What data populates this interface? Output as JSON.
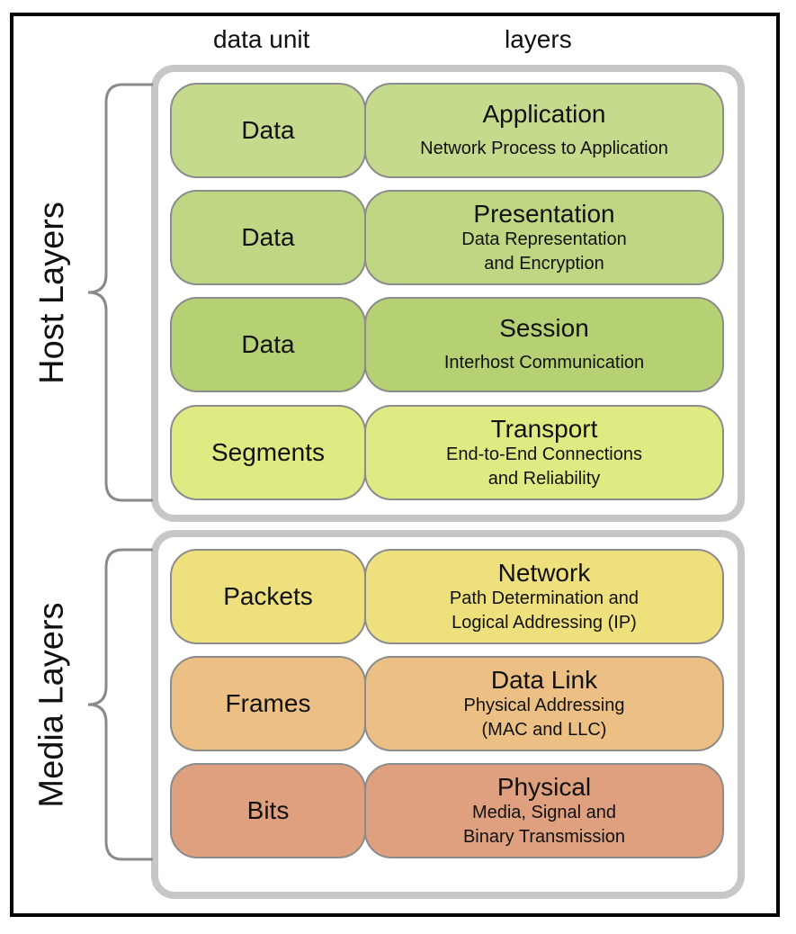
{
  "headers": {
    "data_unit": "data unit",
    "layers": "layers"
  },
  "groups": {
    "host": "Host Layers",
    "media": "Media Layers"
  },
  "layers": [
    {
      "unit": "Data",
      "name": "Application",
      "desc": "Network Process to Application",
      "color": "#c5da8c"
    },
    {
      "unit": "Data",
      "name": "Presentation",
      "desc": "Data Representation\nand Encryption",
      "color": "#bfd783"
    },
    {
      "unit": "Data",
      "name": "Session",
      "desc": "Interhost Communication",
      "color": "#b5d174"
    },
    {
      "unit": "Segments",
      "name": "Transport",
      "desc": "End-to-End Connections\nand Reliability",
      "color": "#e0ea83"
    },
    {
      "unit": "Packets",
      "name": "Network",
      "desc": "Path Determination and\nLogical Addressing (IP)",
      "color": "#efe07e"
    },
    {
      "unit": "Frames",
      "name": "Data Link",
      "desc": "Physical Addressing\n(MAC and LLC)",
      "color": "#ecc084"
    },
    {
      "unit": "Bits",
      "name": "Physical",
      "desc": "Media, Signal and\nBinary Transmission",
      "color": "#dea07e"
    }
  ]
}
